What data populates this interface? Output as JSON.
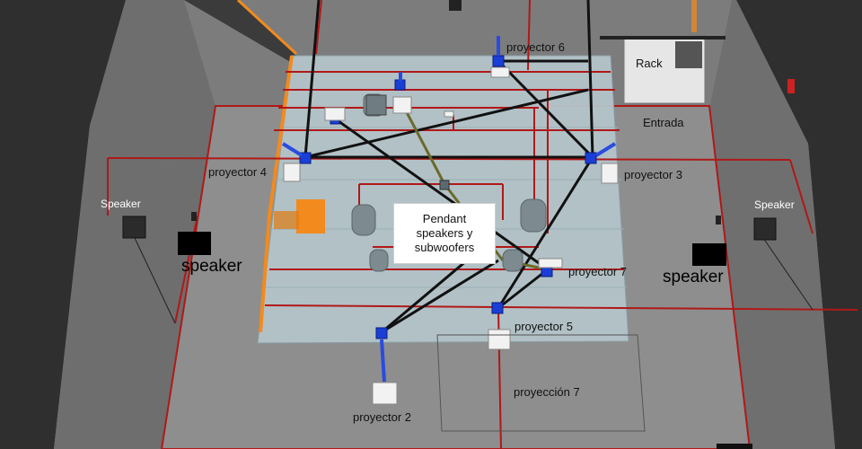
{
  "scene": {
    "labels": {
      "proyector_6": "proyector 6",
      "rack": "Rack",
      "entrada": "Entrada",
      "proyector_4": "proyector 4",
      "proyector_3": "proyector 3",
      "speaker_left": "Speaker",
      "speaker_right": "Speaker",
      "speaker_note_left": "speaker",
      "speaker_note_right": "speaker",
      "callout": "Pendant speakers y subwoofers",
      "proyector_7": "proyector 7",
      "proyector_5": "proyector 5",
      "proyeccion_7": "proyección 7",
      "proyector_2": "proyector 2"
    },
    "colors": {
      "wall_dark": "#3a3a3a",
      "floor": "#8a8a8a",
      "ceiling_grid": "#b3c3c8",
      "cable_red": "#b01818",
      "cable_black": "#111111",
      "cable_olive": "#6b6a2a",
      "orange_accent": "#f28a1e",
      "projector_mount": "#1a3fd6",
      "callout_bg": "#ffffff"
    }
  }
}
